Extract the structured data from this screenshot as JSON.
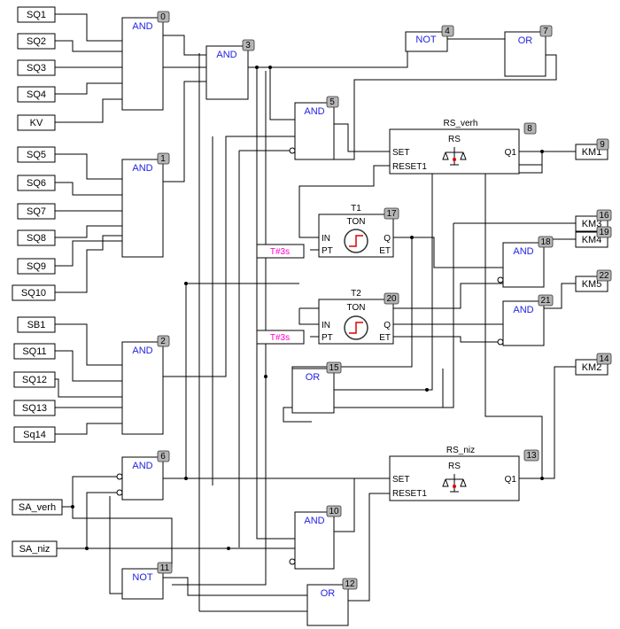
{
  "inputs": {
    "sq1": "SQ1",
    "sq2": "SQ2",
    "sq3": "SQ3",
    "sq4": "SQ4",
    "kv": "KV",
    "sq5": "SQ5",
    "sq6": "SQ6",
    "sq7": "SQ7",
    "sq8": "SQ8",
    "sq9": "SQ9",
    "sq10": "SQ10",
    "sb1": "SB1",
    "sq11": "SQ11",
    "sq12": "SQ12",
    "sq13": "SQ13",
    "sq14": "Sq14",
    "sa_verh": "SA_verh",
    "sa_niz": "SA_niz"
  },
  "outputs": {
    "km1": "KM1",
    "km2": "KM2",
    "km3": "KM3",
    "km4": "KM4",
    "km5": "KM5"
  },
  "blocks": {
    "b0": {
      "op": "AND",
      "num": "0"
    },
    "b1": {
      "op": "AND",
      "num": "1"
    },
    "b2": {
      "op": "AND",
      "num": "2"
    },
    "b3": {
      "op": "AND",
      "num": "3"
    },
    "b4": {
      "op": "NOT",
      "num": "4"
    },
    "b5": {
      "op": "AND",
      "num": "5"
    },
    "b6": {
      "op": "AND",
      "num": "6"
    },
    "b7": {
      "op": "OR",
      "num": "7"
    },
    "b8": {
      "op": "RS",
      "num": "8",
      "name": "RS_verh",
      "set": "SET",
      "reset": "RESET1",
      "q": "Q1"
    },
    "b10": {
      "op": "AND",
      "num": "10"
    },
    "b11": {
      "op": "NOT",
      "num": "11"
    },
    "b12": {
      "op": "OR",
      "num": "12"
    },
    "b13": {
      "op": "RS",
      "num": "13",
      "name": "RS_niz",
      "set": "SET",
      "reset": "RESET1",
      "q": "Q1"
    },
    "b15": {
      "op": "OR",
      "num": "15"
    },
    "b17": {
      "op": "TON",
      "num": "17",
      "name": "T1",
      "in": "IN",
      "pt": "PT",
      "q": "Q",
      "et": "ET"
    },
    "b18": {
      "op": "AND",
      "num": "18"
    },
    "b20": {
      "op": "TON",
      "num": "20",
      "name": "T2",
      "in": "IN",
      "pt": "PT",
      "q": "Q",
      "et": "ET"
    },
    "b21": {
      "op": "AND",
      "num": "21"
    }
  },
  "output_nums": {
    "km1": "9",
    "km2": "14",
    "km3": "16",
    "km4": "19",
    "km5": "22"
  },
  "constants": {
    "t1_pt": "T#3s",
    "t2_pt": "T#3s"
  }
}
